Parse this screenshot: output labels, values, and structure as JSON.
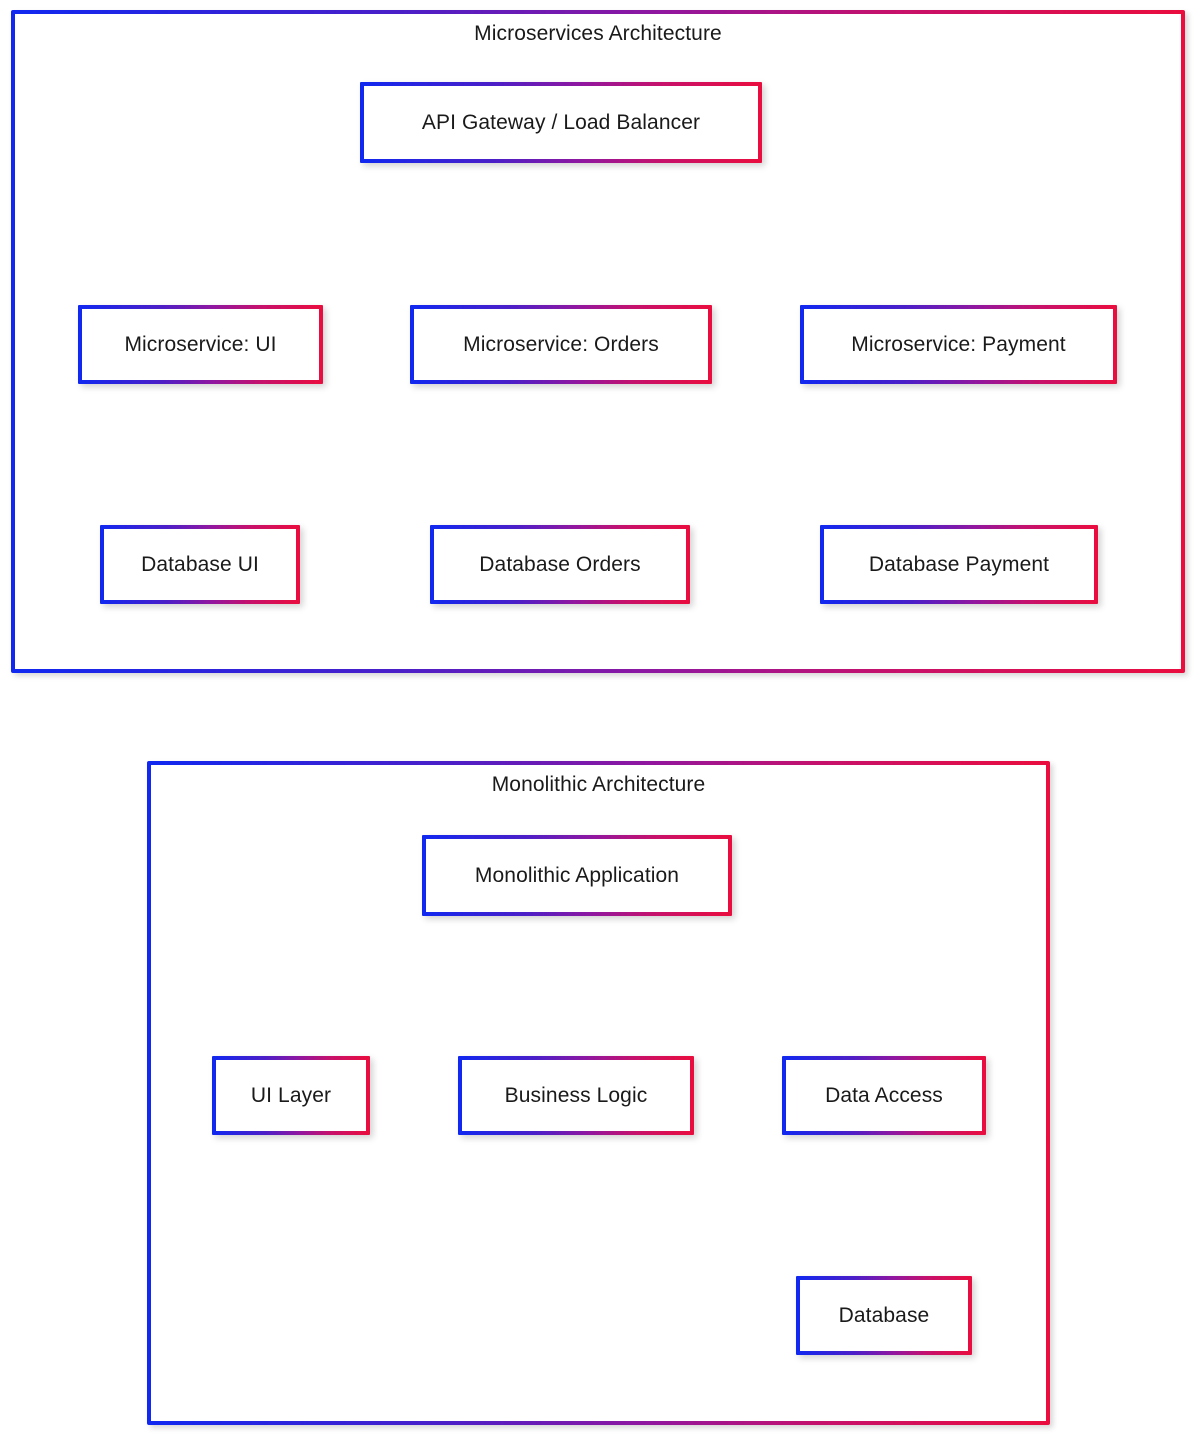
{
  "diagram": {
    "title_microservices": "Microservices Architecture",
    "title_monolithic": "Monolithic Architecture",
    "accent_blue": "#1028f0",
    "accent_red": "#ea0d3e",
    "edge_color": "#000000",
    "background": "#ffffff"
  },
  "microservices": {
    "group_label": "Microservices Architecture",
    "nodes": {
      "gateway": "API Gateway / Load Balancer",
      "service_ui": "Microservice: UI",
      "service_orders": "Microservice: Orders",
      "service_payment": "Microservice: Payment",
      "db_ui": "Database UI",
      "db_orders": "Database Orders",
      "db_payment": "Database Payment"
    }
  },
  "monolithic": {
    "group_label": "Monolithic Architecture",
    "nodes": {
      "application": "Monolithic Application",
      "ui_layer": "UI Layer",
      "business_logic": "Business Logic",
      "data_access": "Data Access",
      "database": "Database"
    }
  }
}
